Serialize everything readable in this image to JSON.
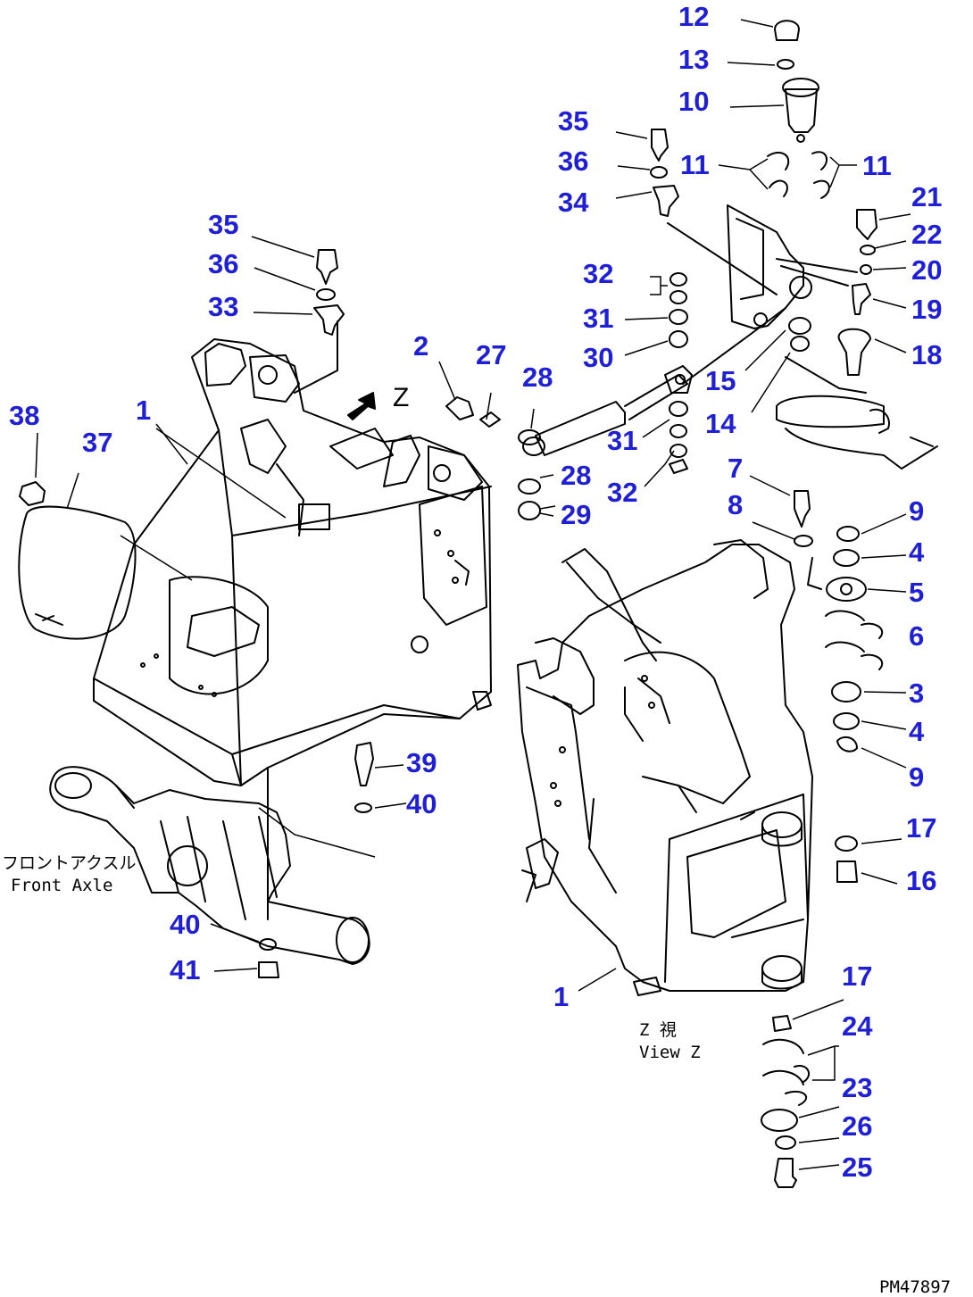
{
  "callouts": {
    "c12": "12",
    "c13": "13",
    "c10": "10",
    "c35a": "35",
    "c36a": "36",
    "c11a": "11",
    "c11b": "11",
    "c34": "34",
    "c21": "21",
    "c22": "22",
    "c20": "20",
    "c32a": "32",
    "c19": "19",
    "c31a": "31",
    "c18": "18",
    "c30": "30",
    "c15": "15",
    "c35b": "35",
    "c36b": "36",
    "c33": "33",
    "c2": "2",
    "c27": "27",
    "c28a": "28",
    "c14": "14",
    "c38": "38",
    "c1a": "1",
    "c37": "37",
    "c31b": "31",
    "c28b": "28",
    "c32b": "32",
    "c7": "7",
    "c29": "29",
    "c8": "8",
    "c9a": "9",
    "c4a": "4",
    "c5": "5",
    "c6": "6",
    "c3": "3",
    "c4b": "4",
    "c9b": "9",
    "c39": "39",
    "c40a": "40",
    "c17a": "17",
    "c16": "16",
    "c40b": "40",
    "c41": "41",
    "c17b": "17",
    "c1b": "1",
    "c24": "24",
    "c23": "23",
    "c26": "26",
    "c25": "25"
  },
  "labels": {
    "z_mark": "Z",
    "front_axle_jp": "フロントアクスル",
    "front_axle_en": "Front Axle",
    "view_z_jp": "Z   視",
    "view_z_en": "View Z",
    "drawing_code": "PM47897"
  }
}
